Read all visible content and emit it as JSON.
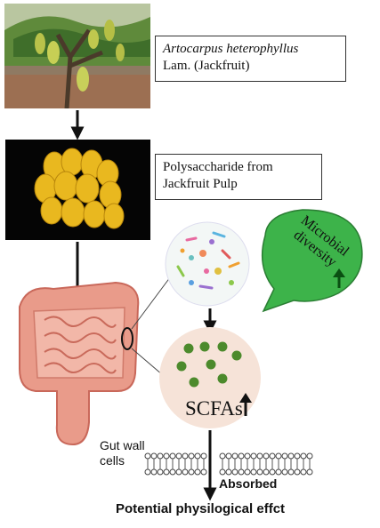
{
  "labels": {
    "jackfruit_latin": "Artocarpus heterophyllus",
    "jackfruit_common": "Lam. (Jackfruit)",
    "polysaccharide_line1": "Polysaccharide  from",
    "polysaccharide_line2": "Jackfruit Pulp",
    "microbial_line1": "Microbial",
    "microbial_line2": "diversity",
    "scfas": "SCFAs",
    "gut_wall_line1": "Gut wall",
    "gut_wall_line2": "cells",
    "absorbed": "Absorbed",
    "potential_effect": "Potential physilogical effct"
  },
  "colors": {
    "speech_bubble": "#3db34a",
    "up_arrow": "#0a4f12",
    "scfa_dots": "#4c8a2c",
    "scfa_circle": "#f6e3d8",
    "intestine": "#e99b8a"
  }
}
